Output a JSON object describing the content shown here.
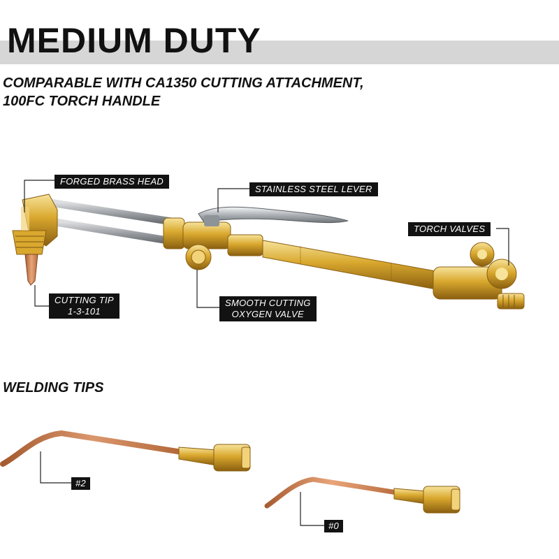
{
  "header": {
    "title": "MEDIUM DUTY",
    "subtitle_line1": "COMPARABLE WITH CA1350 CUTTING ATTACHMENT,",
    "subtitle_line2": "100FC TORCH HANDLE"
  },
  "callouts": {
    "head": "FORGED BRASS HEAD",
    "lever": "STAINLESS STEEL LEVER",
    "valves": "TORCH VALVES",
    "tip_line1": "CUTTING TIP",
    "tip_line2": "1-3-101",
    "oxygen_line1": "SMOOTH CUTTING",
    "oxygen_line2": "OXYGEN VALVE"
  },
  "welding": {
    "section_title": "WELDING TIPS",
    "tip_large": "#2",
    "tip_small": "#0"
  },
  "colors": {
    "brass": "#d9a82e",
    "brass_light": "#f2d37a",
    "copper": "#d08a5c",
    "steel": "#c8cccf",
    "label_bg": "#121212",
    "band": "#d6d6d6"
  }
}
